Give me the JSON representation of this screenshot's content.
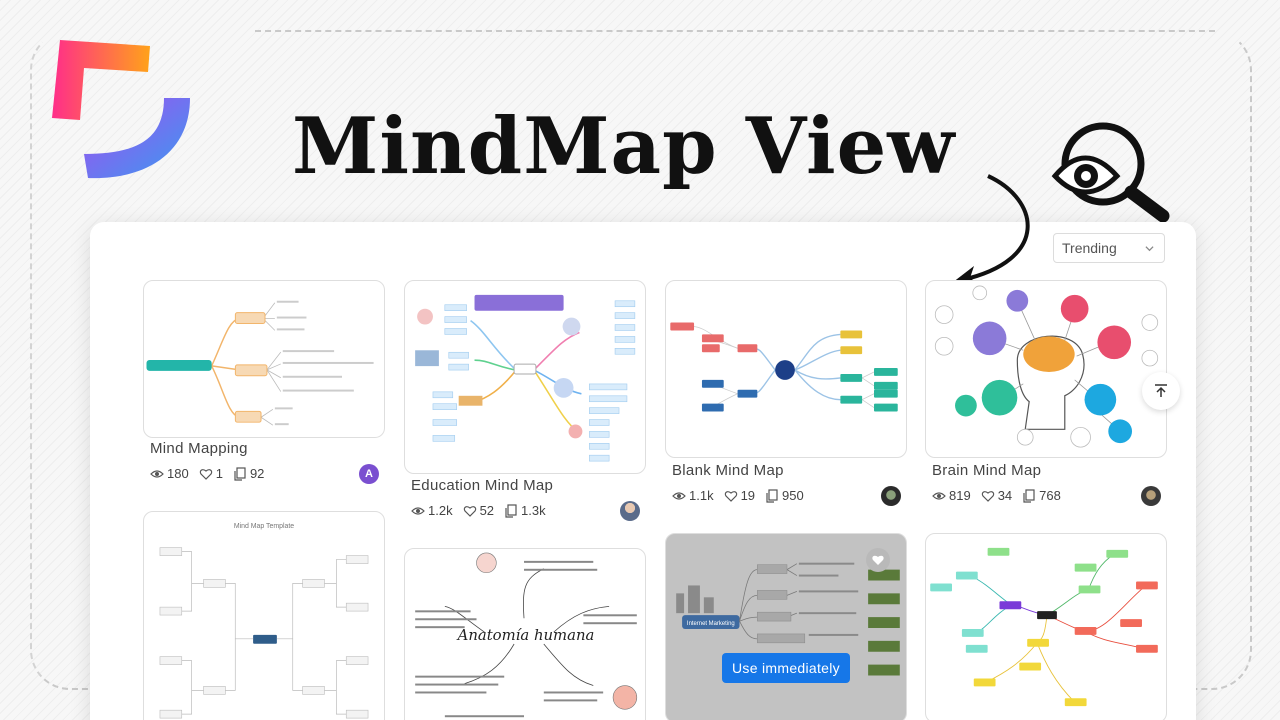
{
  "headline": "MindMap View",
  "sort": {
    "selected": "Trending"
  },
  "colors": {
    "accent": "#1677e8",
    "brand_pink": "#ff2d8a",
    "brand_orange": "#ff9f1a",
    "brand_purple": "#7b3cf0"
  },
  "cards": [
    {
      "title": "Mind Mapping",
      "views": "180",
      "likes": "1",
      "copies": "92",
      "avatar": "A"
    },
    {
      "title": "Education Mind Map",
      "views": "1.2k",
      "likes": "52",
      "copies": "1.3k",
      "avatar": ""
    },
    {
      "title": "Blank Mind Map",
      "views": "1.1k",
      "likes": "19",
      "copies": "950",
      "avatar": ""
    },
    {
      "title": "Brain Mind Map",
      "views": "819",
      "likes": "34",
      "copies": "768",
      "avatar": ""
    }
  ],
  "thumbnails": {
    "template_title": "Mind Map Template",
    "anatomy_title": "Anatomía humana",
    "marketing_hub": "Internet Marketing"
  },
  "hover_card": {
    "cta": "Use immediately"
  }
}
